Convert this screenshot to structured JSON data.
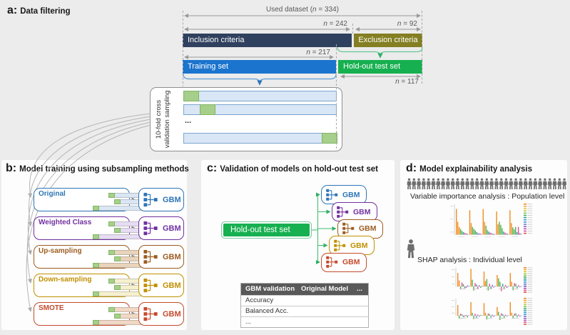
{
  "panel_a": {
    "key": "a:",
    "title": "Data filtering",
    "labels": {
      "used_pre": "Used dataset (",
      "used_n": "n",
      "used_post": " = 334)",
      "n242_n": "n",
      "n242_post": " = 242",
      "n92_n": "n",
      "n92_post": " = 92",
      "n217_n": "n",
      "n217_post": " = 217",
      "n117_n": "n",
      "n117_post": " = 117"
    },
    "bars": {
      "inclusion": {
        "label": "Inclusion criteria",
        "color": "#30415f"
      },
      "exclusion": {
        "label": "Exclusion criteria",
        "color": "#837f22"
      },
      "training": {
        "label": "Training set",
        "color": "#1b74cd"
      },
      "holdout": {
        "label": "Hold-out test set",
        "color": "#17b050"
      }
    },
    "cv_box": {
      "label_line1": "10-fold cross",
      "label_line2": "validation sampling",
      "ellipsis": "...",
      "rows": [
        0,
        0.105,
        null,
        0.9
      ],
      "bar_fill": "#d9e6f5",
      "bar_border": "#7ca6cf",
      "green_fill": "#a5cf8b",
      "green_border": "#84b565"
    }
  },
  "panel_b": {
    "key": "b:",
    "title": "Model training using subsampling methods",
    "gbm_label": "GBM",
    "methods": [
      {
        "name": "Original",
        "color": "#2e75b6",
        "bar_fill": "#dae6f4"
      },
      {
        "name": "Weighted Class",
        "color": "#7030a0",
        "bar_fill": "#e6ddf3"
      },
      {
        "name": "Up-sampling",
        "color": "#9c5c1f",
        "bar_fill": "#e9d3ba"
      },
      {
        "name": "Down-sampling",
        "color": "#bf9000",
        "bar_fill": "#f6f0cf"
      },
      {
        "name": "SMOTE",
        "color": "#c54a2c",
        "bar_fill": "#f1d8c5"
      }
    ]
  },
  "panel_c": {
    "key": "c:",
    "title": "Validation of models on hold-out test set",
    "holdout_label": "Hold-out test set",
    "holdout_color": "#17b050",
    "gbm_label": "GBM",
    "table": {
      "headers": [
        "GBM validation",
        "Original Model",
        "..."
      ],
      "rows": [
        "Accuracy",
        "Balanced Acc.",
        "..."
      ],
      "header_bg": "#595959"
    }
  },
  "panel_d": {
    "key": "d:",
    "title": "Model explainability analysis",
    "population_label": "Variable importance analysis : Population level",
    "individual_label": "SHAP analysis : Individual level",
    "crowd_count": 33,
    "icon_color": "#6e6e6e"
  },
  "thumbnails": {
    "bar_palette": [
      "#f08c1e",
      "#e8543f",
      "#56b04c",
      "#2aa198",
      "#e84a9b",
      "#8e5bbf",
      "#4aa3e0"
    ],
    "legend_palette": [
      "#f08c1e",
      "#f3a73a",
      "#e8c43b",
      "#b7cf45",
      "#7cc04f",
      "#44ad54",
      "#2aa198",
      "#2fa6c7",
      "#4a90d9",
      "#6b78cc",
      "#8e5bbf",
      "#b052b8",
      "#df4e9e",
      "#e8543f"
    ],
    "charts": [
      {
        "id": "variable-importance-chart",
        "baseline": 0.93,
        "scale": 36,
        "groups": [
          [
            [
              0,
              1.0
            ],
            [
              0,
              0.5
            ],
            [
              0,
              0.3
            ],
            [
              2,
              0.22
            ],
            [
              2,
              0.15
            ],
            [
              3,
              0.1
            ],
            [
              4,
              0.07
            ],
            [
              4,
              0.05
            ],
            [
              6,
              0.04
            ]
          ],
          [
            [
              0,
              0.95
            ],
            [
              0,
              0.45
            ],
            [
              2,
              0.3
            ],
            [
              2,
              0.22
            ],
            [
              2,
              0.16
            ],
            [
              3,
              0.1
            ],
            [
              4,
              0.06
            ],
            [
              6,
              0.05
            ],
            [
              4,
              0.04
            ]
          ],
          [
            [
              0,
              1.0
            ],
            [
              0,
              0.5
            ],
            [
              2,
              0.35
            ],
            [
              2,
              0.18
            ],
            [
              3,
              0.12
            ],
            [
              4,
              0.08
            ],
            [
              4,
              0.06
            ],
            [
              6,
              0.04
            ],
            [
              4,
              0.03
            ]
          ],
          [
            [
              0,
              0.9
            ],
            [
              0,
              0.4
            ],
            [
              2,
              0.5
            ],
            [
              2,
              0.38
            ],
            [
              2,
              0.25
            ],
            [
              3,
              0.12
            ],
            [
              4,
              0.08
            ],
            [
              4,
              0.05
            ],
            [
              6,
              0.04
            ]
          ],
          [
            [
              0,
              0.95
            ],
            [
              0,
              0.45
            ],
            [
              2,
              0.28
            ],
            [
              2,
              0.2
            ],
            [
              2,
              0.3
            ],
            [
              3,
              0.1
            ],
            [
              4,
              0.3
            ],
            [
              4,
              0.06
            ],
            [
              6,
              0.04
            ]
          ]
        ]
      },
      {
        "id": "shap-individual-chart-1",
        "baseline": 0.7,
        "scale": 19,
        "groups": [
          [
            [
              0,
              1.0
            ],
            [
              0,
              0.45
            ],
            [
              2,
              -0.2
            ],
            [
              4,
              0.3
            ],
            [
              2,
              0.18
            ],
            [
              3,
              -0.12
            ],
            [
              4,
              -0.1
            ],
            [
              5,
              0.08
            ],
            [
              6,
              0.05
            ]
          ],
          [
            [
              0,
              1.3
            ],
            [
              2,
              0.5
            ],
            [
              2,
              -0.3
            ],
            [
              4,
              0.25
            ],
            [
              3,
              0.15
            ],
            [
              4,
              -0.18
            ],
            [
              5,
              0.1
            ],
            [
              2,
              -0.1
            ],
            [
              6,
              0.06
            ]
          ],
          [
            [
              0,
              1.1
            ],
            [
              0,
              0.4
            ],
            [
              2,
              0.55
            ],
            [
              2,
              -0.3
            ],
            [
              4,
              0.2
            ],
            [
              3,
              -0.15
            ],
            [
              5,
              0.12
            ],
            [
              4,
              -0.08
            ],
            [
              6,
              0.05
            ]
          ],
          [
            [
              0,
              0.85
            ],
            [
              2,
              0.6
            ],
            [
              2,
              0.35
            ],
            [
              4,
              -0.35
            ],
            [
              3,
              0.2
            ],
            [
              2,
              -0.2
            ],
            [
              4,
              0.12
            ],
            [
              5,
              -0.1
            ],
            [
              6,
              0.05
            ]
          ],
          [
            [
              0,
              1.0
            ],
            [
              0,
              0.35
            ],
            [
              2,
              -0.28
            ],
            [
              4,
              0.25
            ],
            [
              2,
              0.2
            ],
            [
              3,
              -0.12
            ],
            [
              4,
              0.1
            ],
            [
              5,
              -0.06
            ],
            [
              6,
              0.05
            ]
          ]
        ]
      },
      {
        "id": "shap-individual-chart-2",
        "baseline": 0.62,
        "scale": 13.5,
        "groups": [
          [
            [
              0,
              1.1
            ],
            [
              2,
              -0.3
            ],
            [
              4,
              0.2
            ],
            [
              2,
              0.15
            ],
            [
              3,
              -0.15
            ],
            [
              4,
              -0.1
            ],
            [
              5,
              0.08
            ],
            [
              2,
              -0.2
            ],
            [
              6,
              0.05
            ]
          ],
          [
            [
              0,
              1.4
            ],
            [
              2,
              0.3
            ],
            [
              2,
              -0.35
            ],
            [
              4,
              0.2
            ],
            [
              3,
              -0.2
            ],
            [
              4,
              0.12
            ],
            [
              5,
              -0.1
            ],
            [
              2,
              0.08
            ],
            [
              6,
              0.05
            ]
          ],
          [
            [
              0,
              1.3
            ],
            [
              0,
              0.3
            ],
            [
              2,
              -0.4
            ],
            [
              4,
              0.22
            ],
            [
              2,
              0.18
            ],
            [
              3,
              -0.18
            ],
            [
              5,
              0.1
            ],
            [
              4,
              -0.12
            ],
            [
              6,
              0.05
            ]
          ],
          [
            [
              0,
              0.9
            ],
            [
              2,
              0.4
            ],
            [
              2,
              -0.45
            ],
            [
              4,
              0.25
            ],
            [
              3,
              0.15
            ],
            [
              2,
              -0.25
            ],
            [
              4,
              0.1
            ],
            [
              5,
              -0.08
            ],
            [
              6,
              0.05
            ]
          ],
          [
            [
              0,
              1.4
            ],
            [
              0,
              0.3
            ],
            [
              2,
              -0.3
            ],
            [
              4,
              0.2
            ],
            [
              2,
              0.25
            ],
            [
              3,
              -0.15
            ],
            [
              4,
              0.12
            ],
            [
              5,
              -0.1
            ],
            [
              6,
              0.05
            ]
          ]
        ]
      }
    ]
  }
}
